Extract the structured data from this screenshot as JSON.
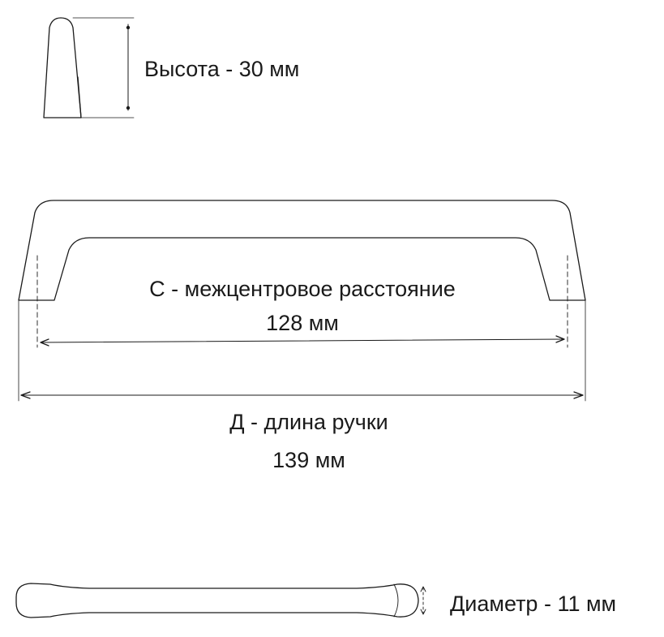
{
  "labels": {
    "height": "Высота - 30 мм",
    "center_distance": "С - межцентровое расстояние",
    "center_distance_value": "128 мм",
    "length": "Д - длина ручки",
    "length_value": "139 мм",
    "diameter": "Диаметр - 11 мм"
  },
  "colors": {
    "line": "#1a1a1a",
    "background": "#ffffff"
  }
}
